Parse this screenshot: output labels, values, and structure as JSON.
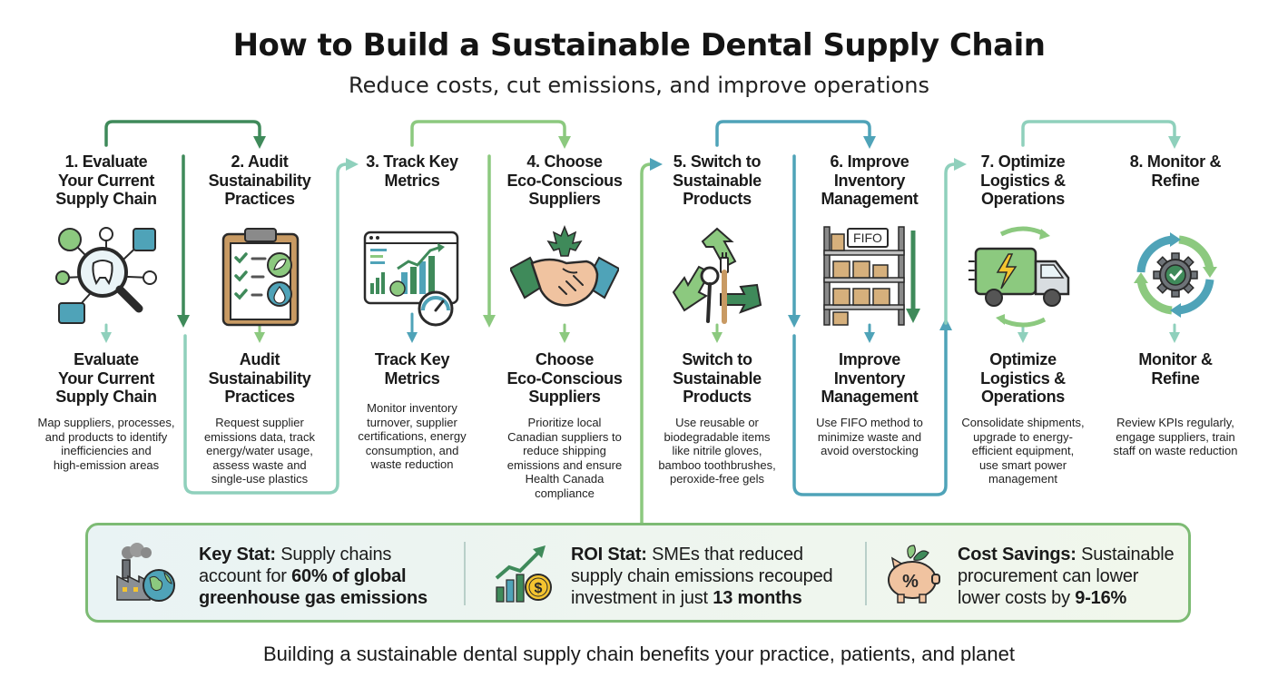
{
  "title": "How to Build a Sustainable Dental Supply Chain",
  "subtitle": "Reduce costs, cut emissions, and improve operations",
  "steps": [
    {
      "heading": [
        "1. Evaluate",
        "Your Current",
        "Supply Chain"
      ],
      "subheading": [
        "Evaluate",
        "Your Current",
        "Supply Chain"
      ],
      "description": [
        "Map suppliers, processes,",
        "and products to identify",
        "inefficiencies and",
        "high-emission areas"
      ],
      "icon": "magnifier-tooth-network-icon"
    },
    {
      "heading": [
        "2. Audit",
        "Sustainability",
        "Practices"
      ],
      "subheading": [
        "Audit",
        "Sustainability",
        "Practices"
      ],
      "description": [
        "Request supplier",
        "emissions data, track",
        "energy/water usage,",
        "assess waste and",
        "single-use plastics"
      ],
      "icon": "clipboard-checklist-icon"
    },
    {
      "heading": [
        "3. Track Key",
        "Metrics"
      ],
      "subheading": [
        "Track Key",
        "Metrics"
      ],
      "description": [
        "Monitor inventory",
        "turnover, supplier",
        "certifications, energy",
        "consumption, and",
        "waste reduction"
      ],
      "icon": "dashboard-gauge-icon"
    },
    {
      "heading": [
        "4. Choose",
        "Eco-Conscious",
        "Suppliers"
      ],
      "subheading": [
        "Choose",
        "Eco-Conscious",
        "Suppliers"
      ],
      "description": [
        "Prioritize local",
        "Canadian suppliers to",
        "reduce shipping",
        "emissions and ensure",
        "Health Canada",
        "compliance"
      ],
      "icon": "handshake-maple-leaf-icon"
    },
    {
      "heading": [
        "5. Switch to",
        "Sustainable",
        "Products"
      ],
      "subheading": [
        "Switch to",
        "Sustainable",
        "Products"
      ],
      "description": [
        "Use reusable or",
        "biodegradable items",
        "like nitrile gloves,",
        "bamboo toothbrushes,",
        "peroxide-free gels"
      ],
      "icon": "recycle-toothbrush-icon"
    },
    {
      "heading": [
        "6. Improve",
        "Inventory",
        "Management"
      ],
      "subheading": [
        "Improve",
        "Inventory",
        "Management"
      ],
      "description": [
        "Use FIFO method to",
        "minimize waste and",
        "avoid overstocking"
      ],
      "icon": "fifo-shelf-icon",
      "icon_label": "FIFO"
    },
    {
      "heading": [
        "7. Optimize",
        "Logistics &",
        "Operations"
      ],
      "subheading": [
        "Optimize",
        "Logistics &",
        "Operations"
      ],
      "description": [
        "Consolidate shipments,",
        "upgrade to energy-",
        "efficient equipment,",
        "use smart power",
        "management"
      ],
      "icon": "electric-truck-icon"
    },
    {
      "heading": [
        "8. Monitor &",
        "Refine"
      ],
      "subheading": [
        "Monitor &",
        "Refine"
      ],
      "description": [
        "Review KPIs regularly,",
        "engage suppliers, train",
        "staff on waste reduction"
      ],
      "icon": "gear-cycle-check-icon"
    }
  ],
  "stats": [
    {
      "icon": "factory-globe-icon",
      "lines": [
        [
          {
            "t": "Key Stat:",
            "b": true
          },
          {
            "t": " Supply chains",
            "b": false
          }
        ],
        [
          {
            "t": "account for ",
            "b": false
          },
          {
            "t": "60% of global",
            "b": true
          }
        ],
        [
          {
            "t": "greenhouse gas emissions",
            "b": true
          }
        ]
      ]
    },
    {
      "icon": "growth-chart-coin-icon",
      "lines": [
        [
          {
            "t": "ROI Stat:",
            "b": true
          },
          {
            "t": " SMEs that reduced",
            "b": false
          }
        ],
        [
          {
            "t": "supply chain emissions recouped",
            "b": false
          }
        ],
        [
          {
            "t": "investment in just ",
            "b": false
          },
          {
            "t": "13 months",
            "b": true
          }
        ]
      ]
    },
    {
      "icon": "piggy-bank-leaf-icon",
      "icon_label": "%",
      "lines": [
        [
          {
            "t": "Cost Savings:",
            "b": true
          },
          {
            "t": " Sustainable",
            "b": false
          }
        ],
        [
          {
            "t": "procurement can lower",
            "b": false
          }
        ],
        [
          {
            "t": "lower costs by ",
            "b": false
          },
          {
            "t": "9-16%",
            "b": true
          }
        ]
      ]
    }
  ],
  "footer": "Building a sustainable dental supply chain benefits your practice, patients, and planet",
  "colors": {
    "dark_green": "#3f8a5a",
    "light_green": "#8cc97f",
    "teal": "#4fa3b8",
    "mint": "#8fd0bc",
    "stats_border": "#7dbb74"
  }
}
